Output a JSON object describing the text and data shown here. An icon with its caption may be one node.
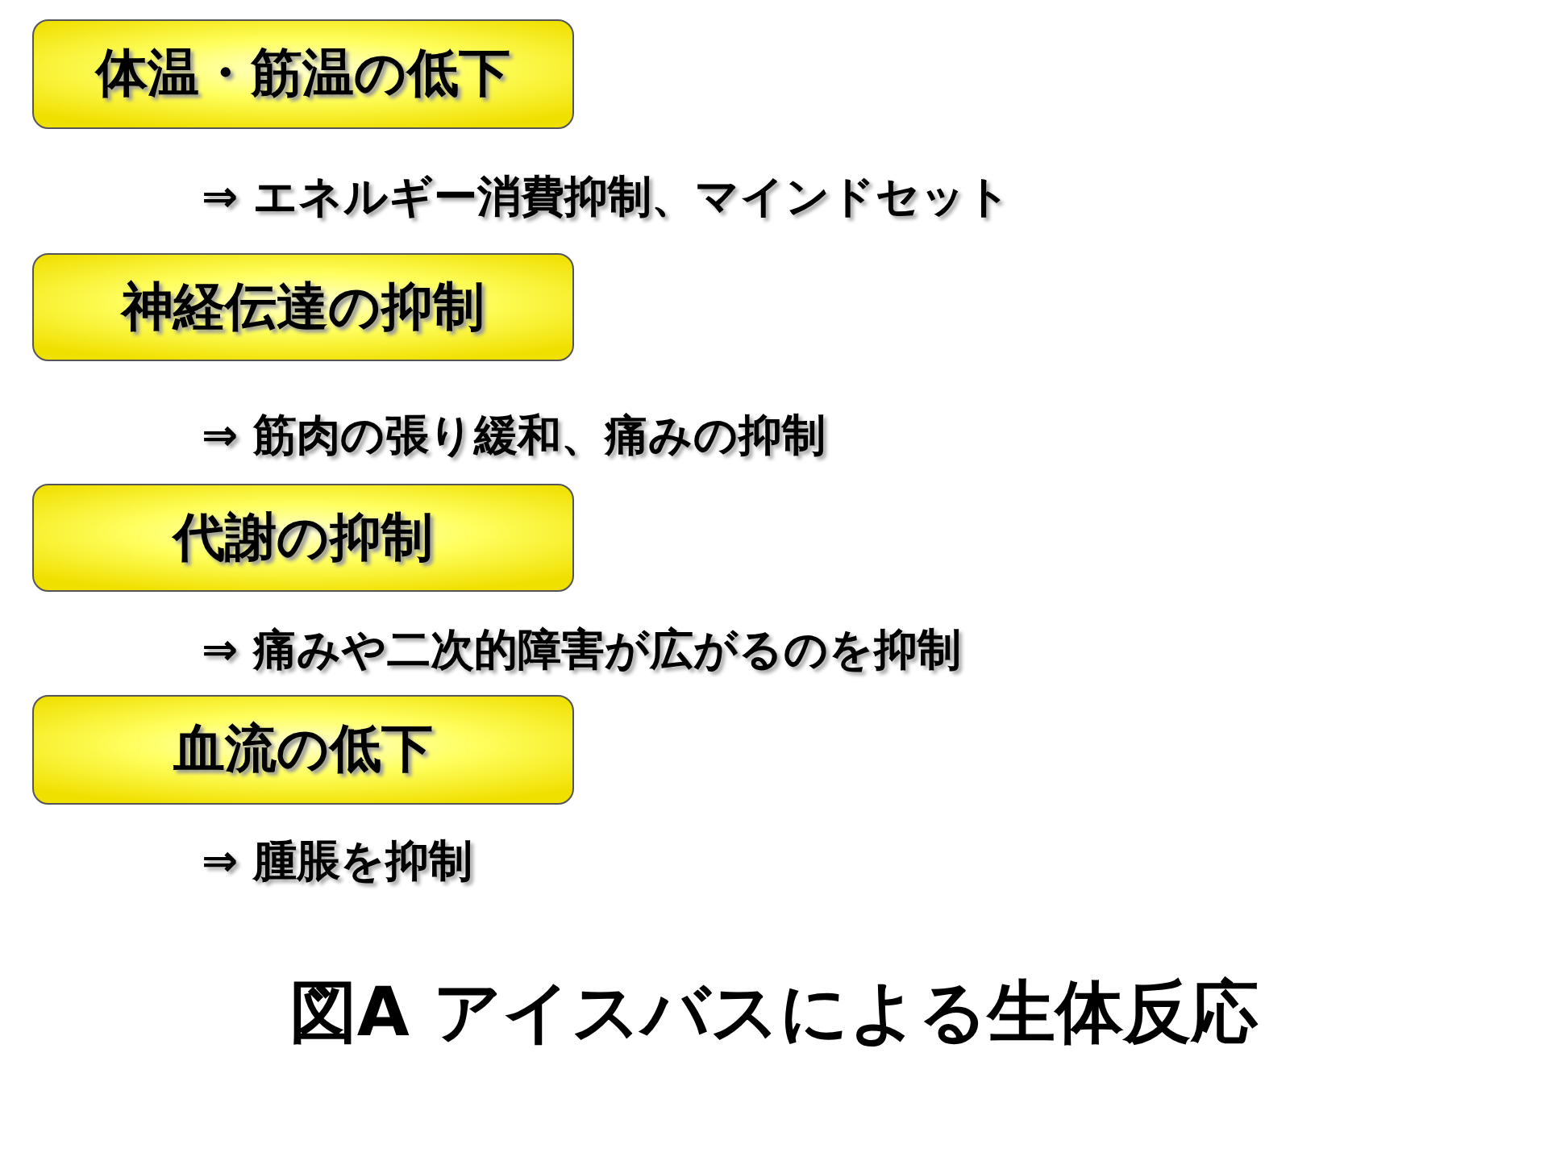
{
  "diagram": {
    "caption": "図A アイスバスによる生体反応",
    "nodes": [
      {
        "text": [
          "体温・筋温の低下"
        ]
      },
      {
        "text": [
          "神経伝達の抑制"
        ]
      },
      {
        "text": [
          "代謝の抑制"
        ]
      },
      {
        "text": [
          "血流の低下"
        ]
      }
    ],
    "labels": [
      "⇒ エネルギー消費抑制、マインドセット",
      "⇒ 筋肉の張り緩和、痛みの抑制",
      "⇒ 痛みや二次的障害が広がるのを抑制",
      "⇒ 腫脹を抑制"
    ]
  }
}
